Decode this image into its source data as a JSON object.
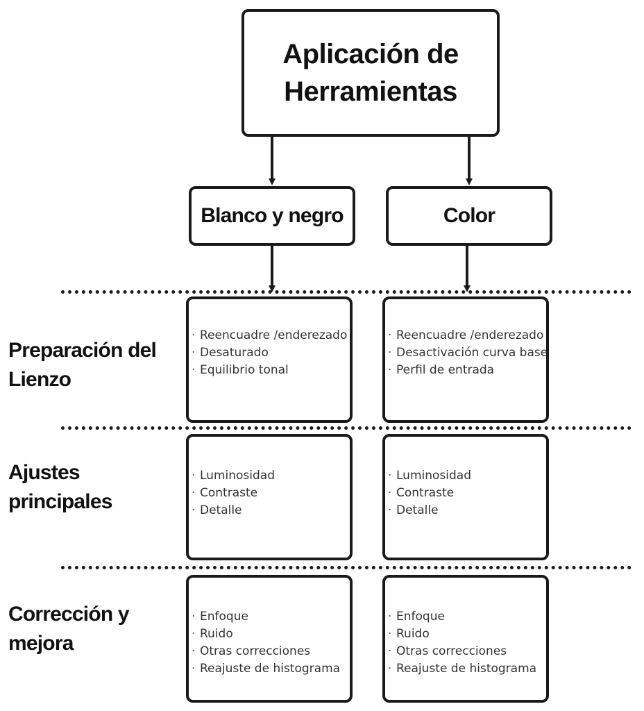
{
  "title": "Aplicación de Herramientas",
  "columns": [
    {
      "label": "Blanco y negro"
    },
    {
      "label": "Color"
    }
  ],
  "rows": [
    {
      "label": "Preparación del Lienzo",
      "blanco_y_negro": [
        "Reencuadre /enderezado",
        "Desaturado",
        "Equilibrio tonal"
      ],
      "color": [
        "Reencuadre /enderezado",
        "Desactivación curva base",
        "Perfil de entrada"
      ]
    },
    {
      "label": "Ajustes principales",
      "blanco_y_negro": [
        "Luminosidad",
        "Contraste",
        "Detalle"
      ],
      "color": [
        "Luminosidad",
        "Contraste",
        "Detalle"
      ]
    },
    {
      "label": "Corrección y mejora",
      "blanco_y_negro": [
        "Enfoque",
        "Ruido",
        "Otras correcciones",
        "Reajuste de histograma"
      ],
      "color": [
        "Enfoque",
        "Ruido",
        "Otras correcciones",
        "Reajuste de histograma"
      ]
    }
  ],
  "colors": {
    "stroke": "#1a1a1a",
    "text": "#111111",
    "item_text": "#333333"
  }
}
